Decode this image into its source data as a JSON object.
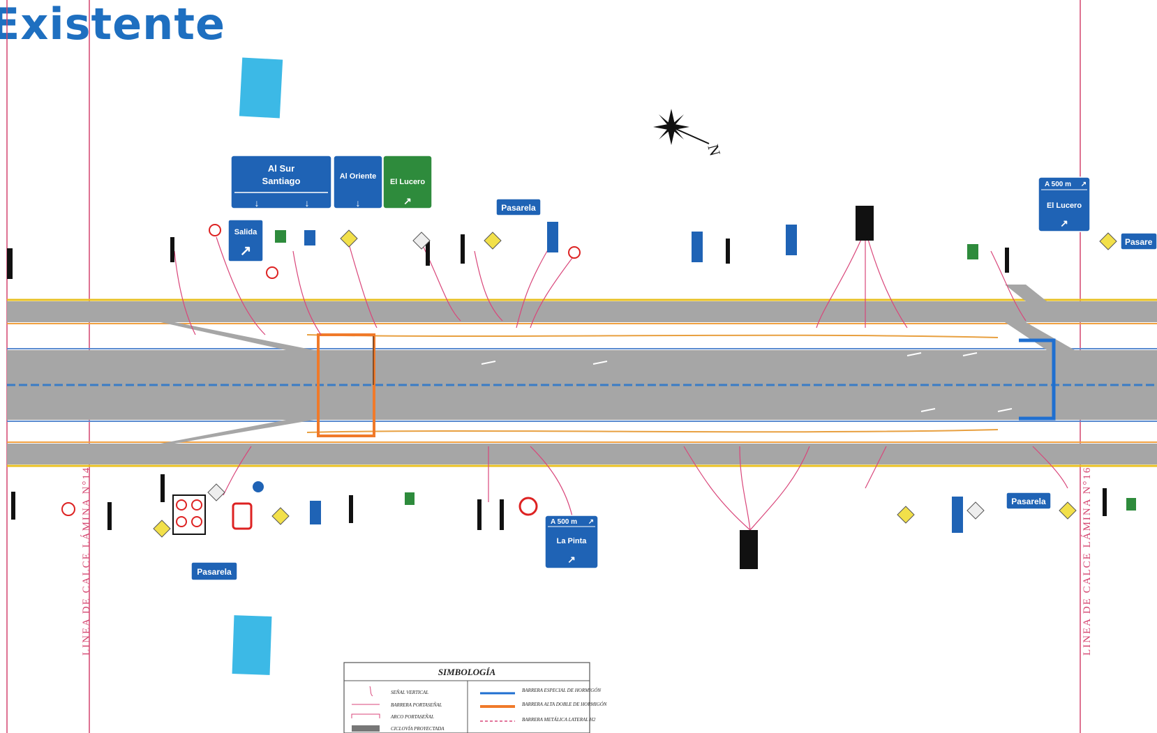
{
  "title": "Existente",
  "signs": {
    "al_sur_line1": "Al Sur",
    "al_sur_line2": "Santiago",
    "al_oriente": "Al Oriente",
    "el_lucero_green": "El Lucero",
    "salida": "Salida",
    "pasarela_top": "Pasarela",
    "a500_top": "A 500 m",
    "el_lucero_blue": "El Lucero",
    "pasarela_right_top": "Pasare",
    "pasarela_bottom_left": "Pasarela",
    "a500_bottom": "A 500 m",
    "la_pinta": "La Pinta",
    "pasarela_bottom_right": "Pasarela"
  },
  "match_lines": {
    "left": "LINEA DE CALCE LÁMINA N°14",
    "right": "LINEA DE CALCE LÁMINA N°16"
  },
  "north_label": "N",
  "legend": {
    "title": "SIMBOLOGÍA",
    "items_left": [
      "SEÑAL VERTICAL",
      "BARRERA PORTASEÑAL",
      "ARCO PORTASEÑAL",
      "CICLOVÍA PROYECTADA"
    ],
    "items_right": [
      "BARRERA ESPECIAL DE HORMIGÓN",
      "BARRERA ALTA DOBLE DE HORMIGÓN",
      "BARRERA METÁLICA LATERAL H2"
    ]
  },
  "colors": {
    "title": "#1e6fc0",
    "sign_blue": "#1f63b5",
    "sign_green": "#2e8b3c",
    "road": "#a6a6a6",
    "callout": "#d9467a",
    "orange_barrier": "#f07a2a",
    "blue_barrier": "#1f6fd0",
    "cyan_marker": "#3cb9e6"
  }
}
